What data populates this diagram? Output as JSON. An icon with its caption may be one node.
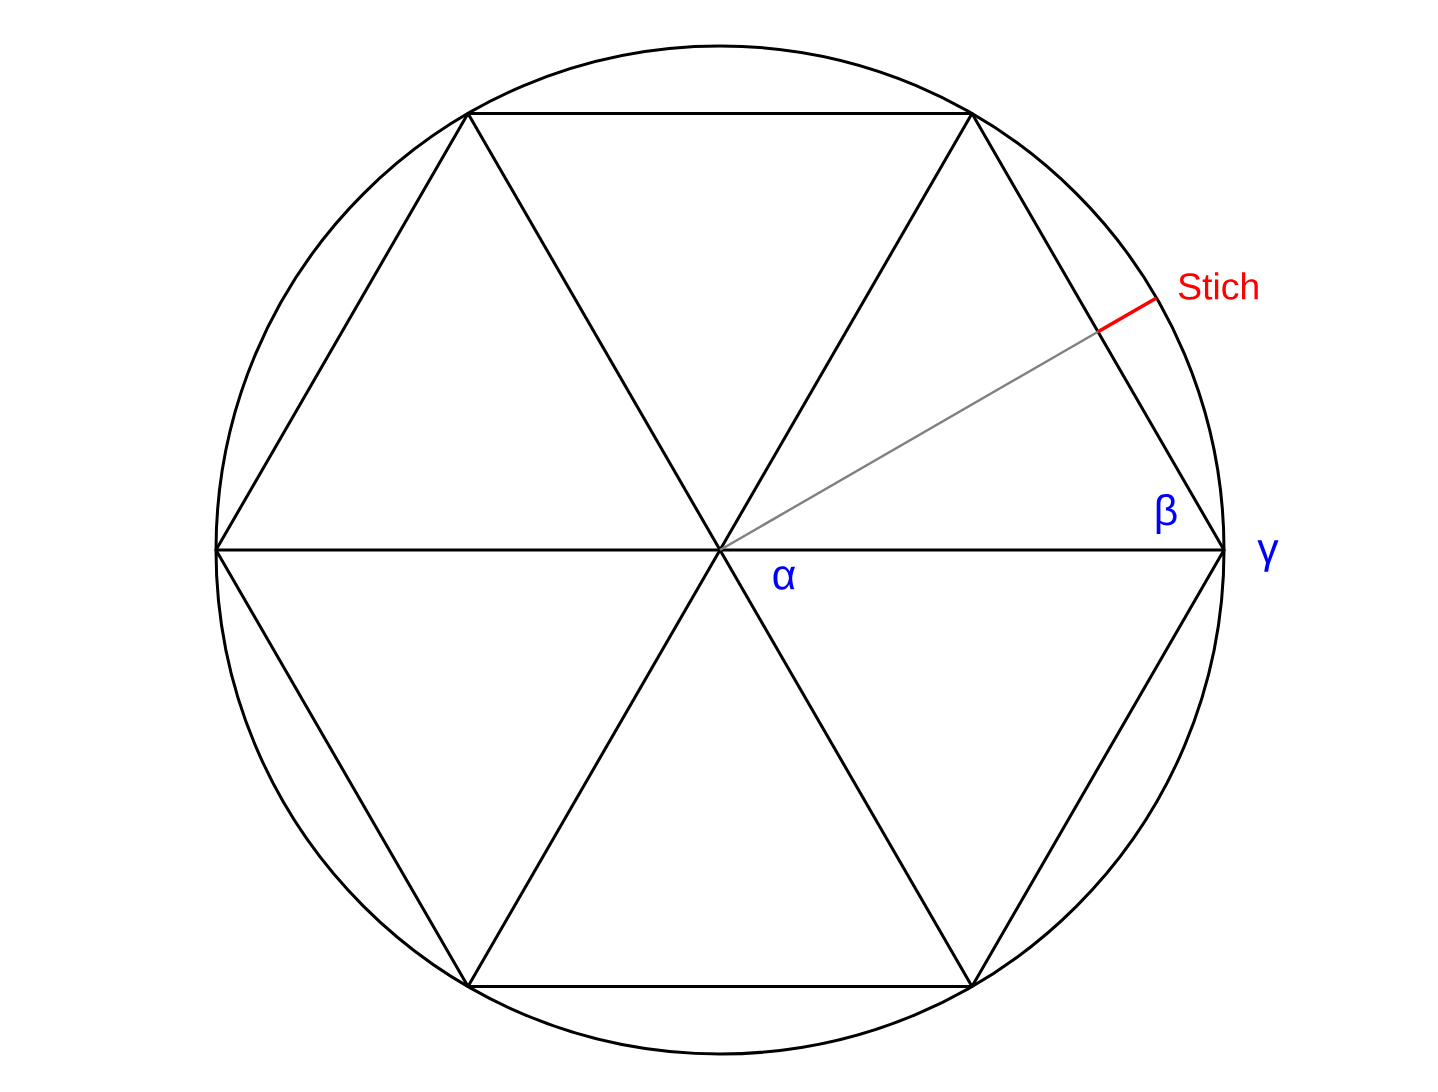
{
  "diagram": {
    "labels": [
      "Stich",
      "β",
      "γ",
      "α"
    ]
  }
}
